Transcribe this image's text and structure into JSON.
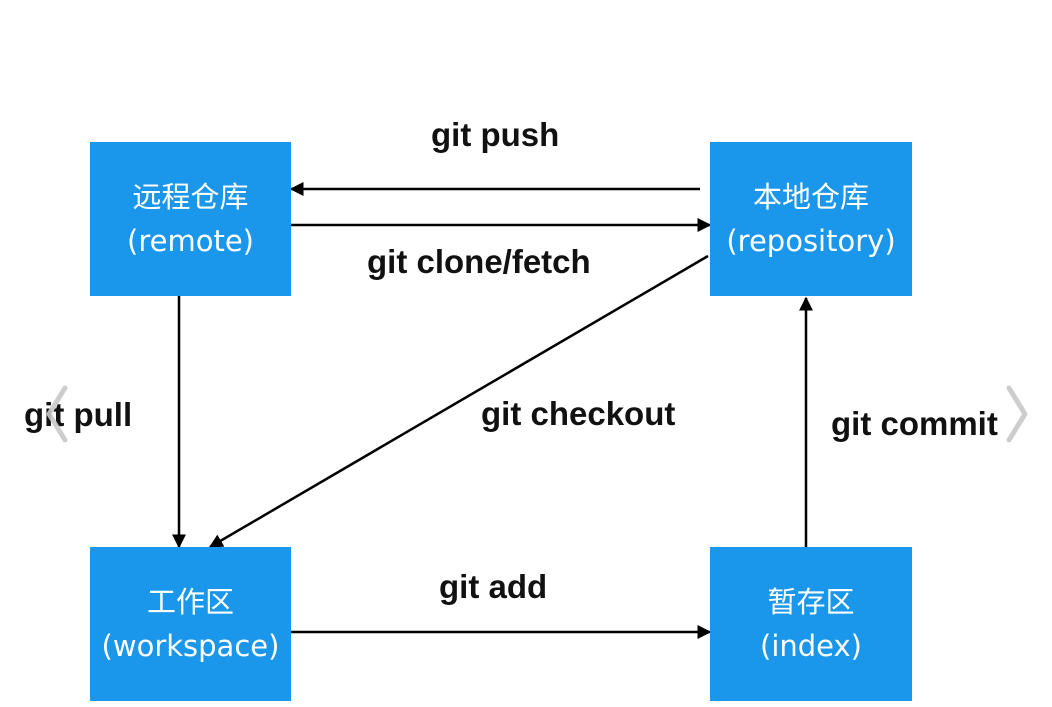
{
  "nodes": {
    "remote": {
      "zh": "远程仓库",
      "en": "(remote)"
    },
    "repository": {
      "zh": "本地仓库",
      "en": "(repository)"
    },
    "workspace": {
      "zh": "工作区",
      "en": "(workspace)"
    },
    "index": {
      "zh": "暂存区",
      "en": "(index)"
    }
  },
  "edges": {
    "push": "git push",
    "clone_fetch": "git clone/fetch",
    "pull": "git pull",
    "checkout": "git checkout",
    "commit": "git commit",
    "add": "git add"
  },
  "colors": {
    "node_fill": "#1a96ea",
    "node_text": "#ffffff",
    "arrow": "#000000",
    "label": "#111111"
  },
  "icons": {
    "prev": "chevron-left-icon",
    "next": "chevron-right-icon"
  }
}
